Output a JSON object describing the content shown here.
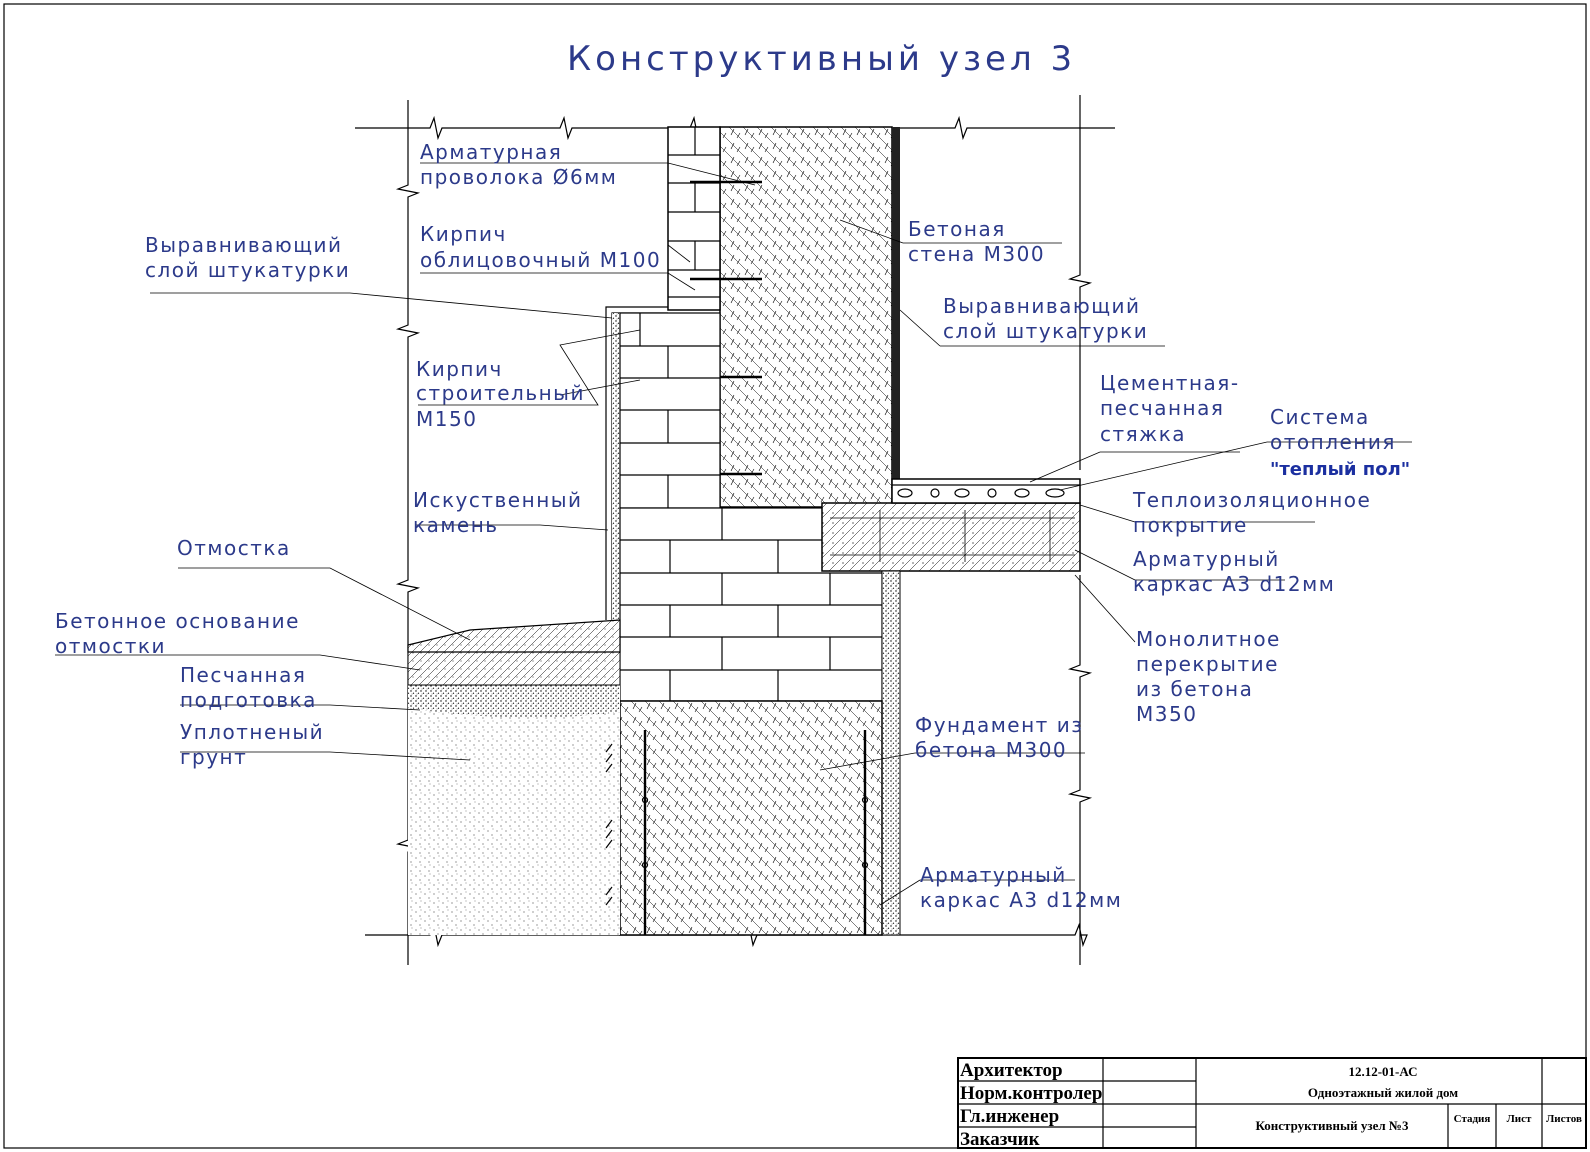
{
  "title": "Конструктивный узел 3",
  "labels": {
    "wire": [
      "Арматурная",
      "проволока Ø6мм"
    ],
    "facing_brick": [
      "Кирпич",
      "облицовочный М100"
    ],
    "plaster_left": [
      "Выравнивающий",
      "слой штукатурки"
    ],
    "concrete_wall": [
      "Бетоная",
      "стена М300"
    ],
    "plaster_right": [
      "Выравнивающий",
      "слой штукатурки"
    ],
    "build_brick": [
      "Кирпич",
      "строительный",
      "М150"
    ],
    "screed": [
      "Цементная-",
      "песчанная",
      "стяжка"
    ],
    "heating": [
      "Система",
      "отопления",
      "\"теплый пол\""
    ],
    "stone": [
      "Искуственный",
      "камень"
    ],
    "insulation": [
      "Теплоизоляционное",
      "покрытие"
    ],
    "blind_area": [
      "Отмостка"
    ],
    "rebar_top": [
      "Арматурный",
      "каркас А3 d12мм"
    ],
    "concrete_base": [
      "Бетонное основание",
      "отмостки"
    ],
    "slab": [
      "Монолитное",
      "перекрытие",
      "из бетона",
      "М350"
    ],
    "sand": [
      "Песчанная",
      "подготовка"
    ],
    "soil": [
      "Уплотненый",
      "грунт"
    ],
    "foundation": [
      "Фундамент из",
      "бетона М300"
    ],
    "rebar_bottom": [
      "Арматурный",
      "каркас А3 d12мм"
    ]
  },
  "title_block": {
    "roles": [
      "Архитектор",
      "Норм.контролер",
      "Гл.инженер",
      "Заказчик"
    ],
    "code": "12.12-01-АС",
    "project": "Одноэтажный жилой дом",
    "sheet_name": "Конструктивный узел №3",
    "stage": "Стадия",
    "sheet": "Лист",
    "sheets": "Листов"
  }
}
